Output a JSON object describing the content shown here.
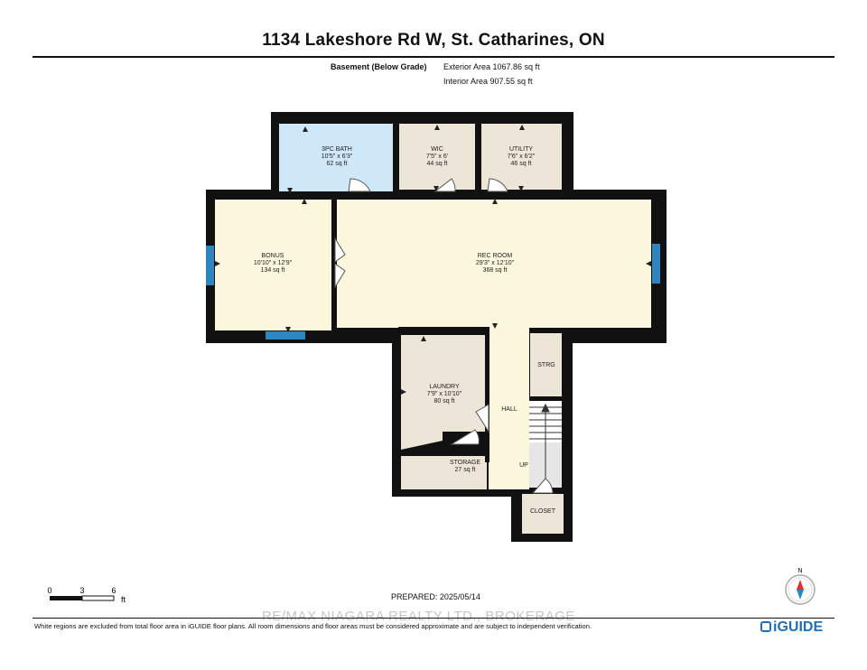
{
  "header": {
    "address": "1134 Lakeshore Rd W, St. Catharines, ON",
    "level_label": "Basement (Below Grade)",
    "exterior_area": "Exterior Area 1067.86 sq ft",
    "interior_area": "Interior Area 907.55 sq ft"
  },
  "rooms": {
    "bath": {
      "name": "3PC BATH",
      "dims": "10'5\" x 6'3\"",
      "area": "62 sq ft"
    },
    "wic": {
      "name": "WIC",
      "dims": "7'5\" x 6'",
      "area": "44 sq ft"
    },
    "utility": {
      "name": "UTILITY",
      "dims": "7'6\" x 6'2\"",
      "area": "46 sq ft"
    },
    "bonus": {
      "name": "BONUS",
      "dims": "10'10\" x 12'9\"",
      "area": "134 sq ft"
    },
    "rec": {
      "name": "REC ROOM",
      "dims": "29'3\" x 12'10\"",
      "area": "368 sq ft"
    },
    "laundry": {
      "name": "LAUNDRY",
      "dims": "7'9\" x 10'10\"",
      "area": "80 sq ft"
    },
    "storage": {
      "name": "STORAGE",
      "area": "27 sq ft"
    },
    "strg": {
      "name": "STRG"
    },
    "hall": {
      "name": "HALL"
    },
    "up": {
      "name": "UP"
    },
    "closet": {
      "name": "CLOSET"
    }
  },
  "scale": {
    "ticks": [
      "0",
      "3",
      "6"
    ],
    "unit": "ft"
  },
  "footer": {
    "prepared": "PREPARED: 2025/05/14",
    "watermark": "RE/MAX NIAGARA REALTY LTD., BROKERAGE",
    "disclaimer": "White regions are excluded from total floor area in iGUIDE floor plans. All room dimensions and floor areas must be considered approximate and are subject to independent verification.",
    "brand": "iGUIDE",
    "compass_label": "N"
  },
  "colors": {
    "wall": "#111111",
    "floor": "#fbf7dc",
    "wet_room": "#cfe8f8",
    "misc_room": "#ede5d8",
    "window": "#2e86c1",
    "brand": "#1f6fb5",
    "compass_needle": "#e03030"
  }
}
